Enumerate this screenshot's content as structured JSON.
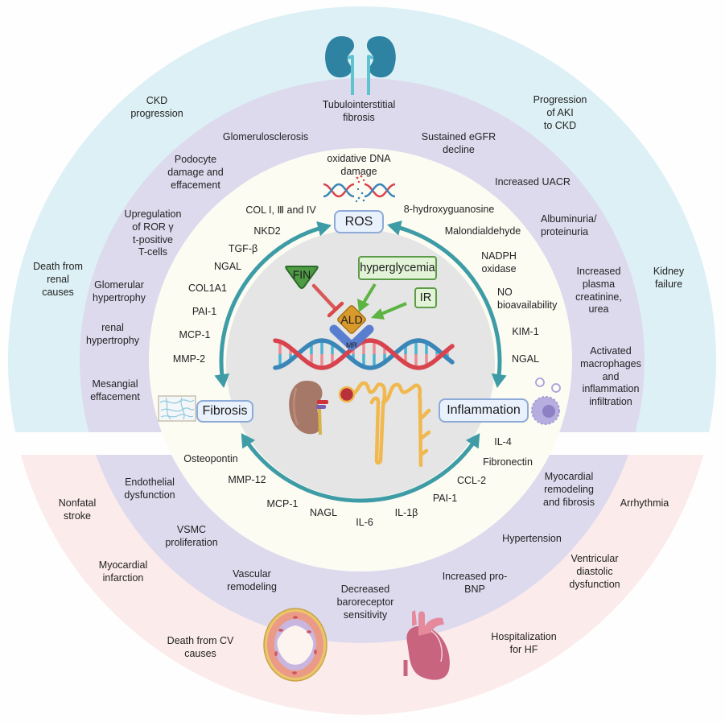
{
  "center": {
    "ros": "ROS",
    "fibrosis": "Fibrosis",
    "inflammation": "Inflammation",
    "fin": "FIN",
    "hyperglycemia": "hyperglycemia",
    "ir": "IR",
    "ald": "ALD",
    "mr": "MR"
  },
  "kidney_outcomes": [
    "CKD\nprogression",
    "Progression\nof AKI\nto CKD",
    "Death from\nrenal\ncauses",
    "Kidney\nfailure"
  ],
  "kidney_damage": [
    "Tubulointerstitial\nfibrosis",
    "Glomerulosclerosis",
    "Sustained eGFR\ndecline",
    "Podocyte\ndamage and\neffacement",
    "Increased UACR",
    "Upregulation\nof ROR γ\nt-positive\nT-cells",
    "Albuminuria/\nproteinuria",
    "Glomerular\nhypertrophy",
    "Increased\nplasma\ncreatinine,\nurea",
    "renal\nhypertrophy",
    "Activated\nmacrophages\nand\ninflammation\ninfiltration",
    "Mesangial\neffacement"
  ],
  "ros_markers": [
    "oxidative DNA\ndamage",
    "8-hydroxyguanosine",
    "Malondialdehyde",
    "NADPH\noxidase",
    "NO\nbioavailability"
  ],
  "fibrosis_markers": [
    "COL I, Ⅲ and IV",
    "NKD2",
    "TGF-β",
    "NGAL",
    "COL1A1",
    "PAI-1",
    "MCP-1",
    "MMP-2"
  ],
  "inflammation_markers": [
    "KIM-1",
    "NGAL"
  ],
  "fibrosis_inflammation_markers": [
    "Osteopontin",
    "MMP-12",
    "MCP-1",
    "NAGL",
    "IL-6",
    "IL-1β",
    "PAI-1",
    "CCL-2",
    "Fibronectin",
    "IL-4"
  ],
  "cv_damage": [
    "Endothelial\ndysfunction",
    "Myocardial\nremodeling\nand fibrosis",
    "VSMC\nproliferation",
    "Hypertension",
    "Vascular\nremodeling",
    "Decreased\nbaroreceptor\nsensitivity",
    "Increased pro-\nBNP"
  ],
  "cv_outcomes": [
    "Nonfatal\nstroke",
    "Arrhythmia",
    "Myocardial\ninfarction",
    "Ventricular\ndiastolic\ndysfunction",
    "Death from CV\ncauses",
    "Hospitalization\nfor HF"
  ],
  "colors": {
    "kidney_outer_ring": "#dcf0f5",
    "damage_ring": "#dddaee",
    "cv_outer_ring": "#fcebeb",
    "marker_ring": "#fdfcf3",
    "core": "#e5e5e5",
    "cycle_arrow": "#3e9ca6",
    "activation_arrow": "#5db442",
    "inhibition": "#d84a4a"
  }
}
